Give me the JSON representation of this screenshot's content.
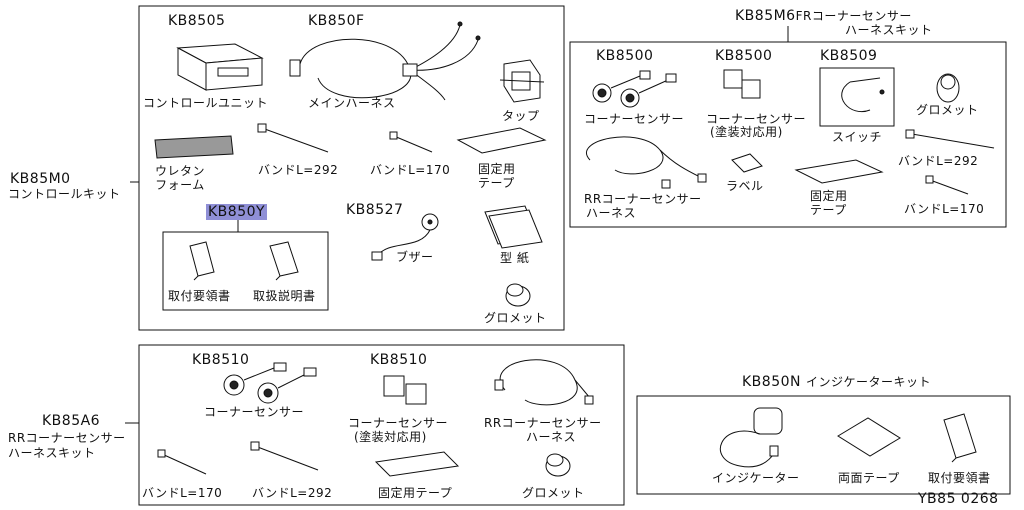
{
  "kits": {
    "control": {
      "code": "KB85M0",
      "name": "コントロールキット"
    },
    "rr_harness": {
      "code": "KB85A6",
      "name_line1": "RRコーナーセンサー",
      "name_line2": "ハーネスキット"
    },
    "fr_corner": {
      "code": "KB85M6",
      "name_line1": "FRコーナーセンサー",
      "name_line2": "ハーネスキット"
    },
    "indicator": {
      "code": "KB850N",
      "name": "インジケーターキット"
    }
  },
  "control_kit": {
    "control_unit": {
      "code": "KB8505",
      "label": "コントロールユニット"
    },
    "main_harness": {
      "code": "KB850F",
      "label": "メインハーネス"
    },
    "tap": {
      "label": "タップ"
    },
    "urethane_foam": {
      "label_line1": "ウレタン",
      "label_line2": "フォーム"
    },
    "band_292": {
      "label": "バンドL=292"
    },
    "band_170": {
      "label": "バンドL=170"
    },
    "fixing_tape": {
      "label_line1": "固定用",
      "label_line2": "テープ"
    },
    "manuals": {
      "code": "KB850Y",
      "install_label": "取付要領書",
      "handling_label": "取扱説明書"
    },
    "buzzer": {
      "code": "KB8527",
      "label": "ブザー"
    },
    "template": {
      "label": "型 紙"
    },
    "grommet": {
      "label": "グロメット"
    }
  },
  "rr_kit": {
    "corner_sensor": {
      "code": "KB8510",
      "label": "コーナーセンサー"
    },
    "corner_sensor_paint": {
      "code": "KB8510",
      "label_line1": "コーナーセンサー",
      "label_line2": "(塗装対応用)"
    },
    "rr_harness": {
      "label_line1": "RRコーナーセンサー",
      "label_line2": "ハーネス"
    },
    "band_170": {
      "label": "バンドL=170"
    },
    "band_292": {
      "label": "バンドL=292"
    },
    "fixing_tape": {
      "label": "固定用テープ"
    },
    "grommet": {
      "label": "グロメット"
    }
  },
  "fr_kit": {
    "corner_sensor": {
      "code": "KB8500",
      "label": "コーナーセンサー"
    },
    "corner_sensor_paint": {
      "code": "KB8500",
      "label_line1": "コーナーセンサー",
      "label_line2": "(塗装対応用)"
    },
    "switch": {
      "code": "KB8509",
      "label": "スイッチ"
    },
    "grommet": {
      "label": "グロメット"
    },
    "rr_harness": {
      "label_line1": "RRコーナーセンサー",
      "label_line2": "ハーネス"
    },
    "label_sticker": {
      "label": "ラベル"
    },
    "fixing_tape": {
      "label_line1": "固定用",
      "label_line2": "テープ"
    },
    "band_292": {
      "label": "バンドL=292"
    },
    "band_170": {
      "label": "バンドL=170"
    }
  },
  "indicator_kit": {
    "indicator": {
      "label": "インジケーター"
    },
    "double_tape": {
      "label": "両面テープ"
    },
    "install_manual": {
      "label": "取付要領書"
    }
  },
  "figure_code": "YB85 0268"
}
